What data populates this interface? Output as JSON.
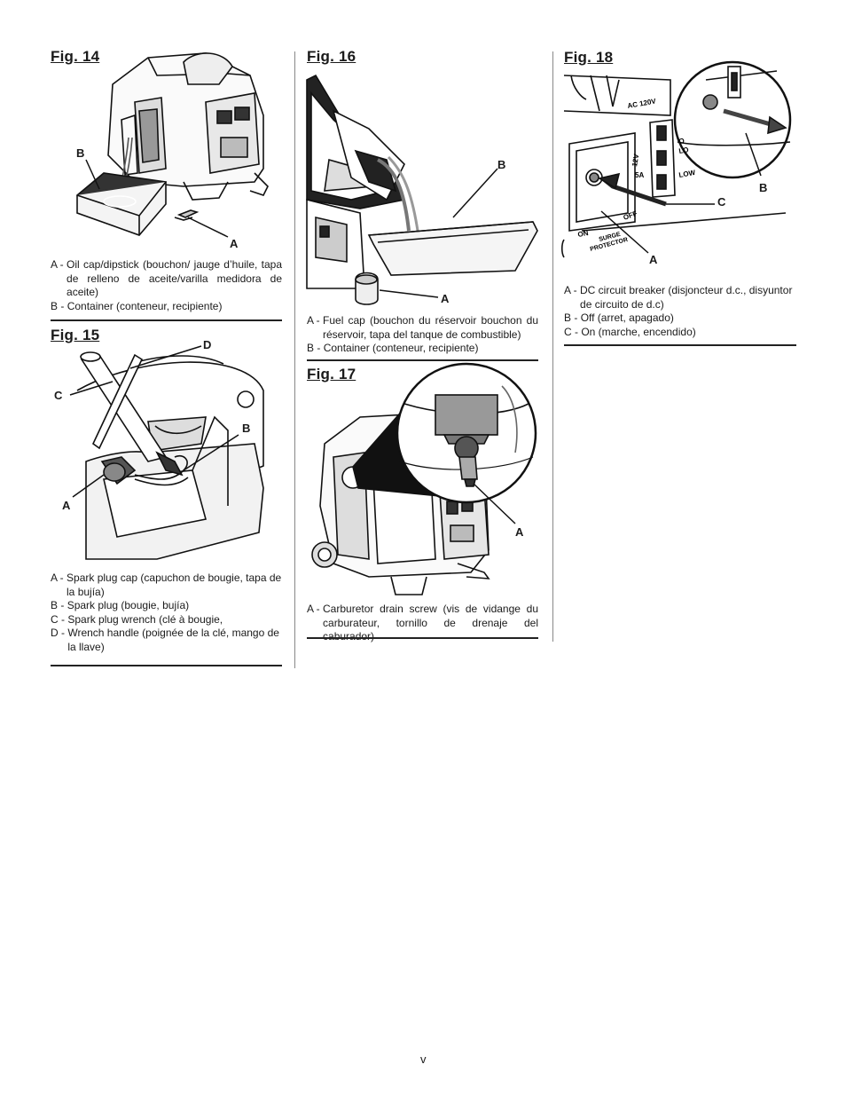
{
  "figures": {
    "fig14": {
      "title": "Fig. 14",
      "labels": {
        "a": "A",
        "b": "B"
      },
      "captions": [
        {
          "key": "A -",
          "text": "Oil cap/dipstick (bouchon/ jauge d’huile, tapa de relleno de aceite/varilla medidora de aceite)"
        },
        {
          "key": "B -",
          "text": "Container (conteneur, recipiente)"
        }
      ]
    },
    "fig15": {
      "title": "Fig. 15",
      "labels": {
        "a": "A",
        "b": "B",
        "c": "C",
        "d": "D"
      },
      "captions": [
        {
          "key": "A -",
          "text": "Spark plug cap (capuchon de bougie, tapa de la bujía)"
        },
        {
          "key": "B -",
          "text": "Spark plug (bougie, bujía)"
        },
        {
          "key": "C -",
          "text": "Spark plug wrench (clé à bougie,"
        },
        {
          "key": "D -",
          "text": "Wrench handle (poignée de la clé, mango de la llave)"
        }
      ]
    },
    "fig16": {
      "title": "Fig. 16",
      "labels": {
        "a": "A",
        "b": "B"
      },
      "captions": [
        {
          "key": "A -",
          "text": "Fuel cap (bouchon du réservoir bouchon du réservoir, tapa del tanque de combustible)"
        },
        {
          "key": "B -",
          "text": "Container (conteneur, recipiente)"
        }
      ]
    },
    "fig17": {
      "title": "Fig. 17",
      "labels": {
        "a": "A"
      },
      "captions": [
        {
          "key": "A -",
          "text": "Carburetor drain screw (vis de vidange du carburateur, tornillo de drenaje del caburador)"
        }
      ]
    },
    "fig18": {
      "title": "Fig. 18",
      "labels": {
        "a": "A",
        "b": "B",
        "c": "C"
      },
      "panel_text": {
        "ac": "AC 120V",
        "dc": "12V",
        "amp": "5A",
        "on": "ON",
        "off": "OFF",
        "surge1": "SURGE",
        "surge2": "PROTECTOR",
        "low": "LOW",
        "lo": "LO",
        "o": "O"
      },
      "captions": [
        {
          "key": "A -",
          "text": "DC circuit breaker (disjoncteur d.c., disyuntor de circuito de d.c)"
        },
        {
          "key": "B -",
          "text": "Off (arret, apagado)"
        },
        {
          "key": "C -",
          "text": "On (marche, encendido)"
        }
      ]
    }
  },
  "footer": {
    "page_number": "v"
  }
}
